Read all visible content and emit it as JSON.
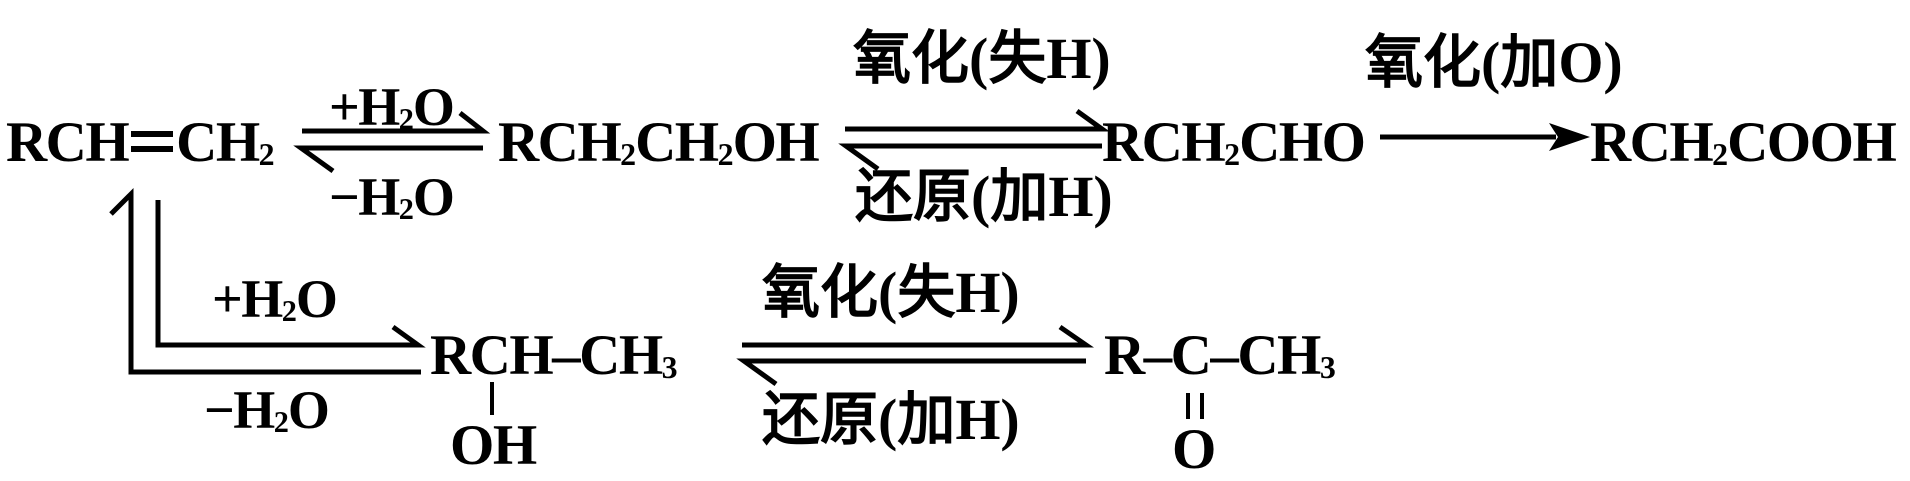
{
  "colors": {
    "ink": "#000000",
    "background": "#ffffff"
  },
  "top_row": {
    "alkene": "RCH=CH_2_",
    "hydration_arrow": {
      "forward_label": "+H_2_O",
      "reverse_label": "−H_2_O"
    },
    "primary_alcohol": "RCH_2_CH_2_OH",
    "oxidation_arrow": {
      "forward_label": "氧化(失H)",
      "reverse_label": "还原(加H)"
    },
    "aldehyde": "RCH_2_CHO",
    "final_oxidation_arrow": {
      "label": "氧化(加O)"
    },
    "carboxylic_acid": "RCH_2_COOH"
  },
  "bottom_row": {
    "hydration_arrow": {
      "forward_label": "+H_2_O",
      "reverse_label": "−H_2_O"
    },
    "secondary_alcohol": {
      "main": "RCH–CH_3_",
      "substituent": "OH"
    },
    "oxidation_arrow": {
      "forward_label": "氧化(失H)",
      "reverse_label": "还原(加H)"
    },
    "ketone": {
      "main": "R–C–CH_3_",
      "substituent": "O"
    }
  }
}
